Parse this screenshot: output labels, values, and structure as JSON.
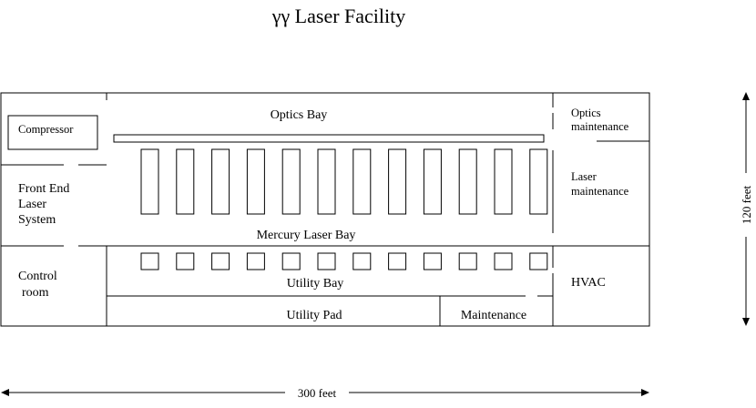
{
  "title": "γγ Laser Facility",
  "rooms": {
    "optics_bay": "Optics Bay",
    "optics_maintenance": [
      "Optics",
      "maintenance"
    ],
    "compressor": "Compressor",
    "front_end": [
      "Front End",
      "Laser",
      "System"
    ],
    "laser_maintenance": [
      "Laser",
      "maintenance"
    ],
    "mercury_laser_bay": "Mercury Laser Bay",
    "control_room": [
      "Control",
      "room"
    ],
    "utility_bay": "Utility Bay",
    "hvac": "HVAC",
    "utility_pad": "Utility Pad",
    "maintenance": "Maintenance"
  },
  "laser_module_count": 12,
  "utility_unit_count": 12,
  "dimensions": {
    "width": "300 feet",
    "depth": "120 feet"
  }
}
